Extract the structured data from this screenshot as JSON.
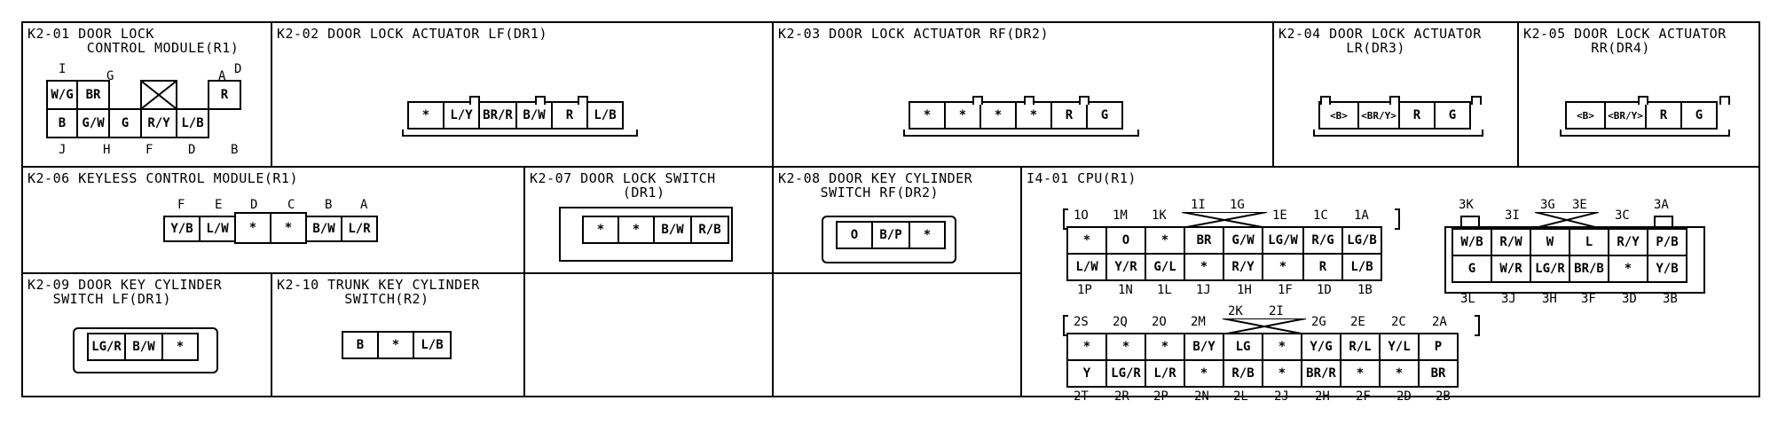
{
  "boxes": [
    {
      "id": "k201",
      "title": "K2-01 DOOR LOCK\n       CONTROL MODULE(R1)"
    },
    {
      "id": "k202",
      "title": "K2-02 DOOR LOCK ACTUATOR LF(DR1)"
    },
    {
      "id": "k203",
      "title": "K2-03 DOOR LOCK ACTUATOR RF(DR2)"
    },
    {
      "id": "k204",
      "title": "K2-04 DOOR LOCK ACTUATOR\n        LR(DR3)"
    },
    {
      "id": "k205",
      "title": "K2-05 DOOR LOCK ACTUATOR\n        RR(DR4)"
    },
    {
      "id": "k206",
      "title": "K2-06 KEYLESS CONTROL MODULE(R1)"
    },
    {
      "id": "k207",
      "title": "K2-07 DOOR LOCK SWITCH\n           (DR1)"
    },
    {
      "id": "k208",
      "title": "K2-08 DOOR KEY CYLINDER\n     SWITCH RF(DR2)"
    },
    {
      "id": "i401",
      "title": "I4-01 CPU(R1)"
    },
    {
      "id": "k209",
      "title": "K2-09 DOOR KEY CYLINDER\n   SWITCH LF(DR1)"
    },
    {
      "id": "k210",
      "title": "K2-10 TRUNK KEY CYLINDER\n        SWITCH(R2)"
    }
  ],
  "connectors": {
    "k201": {
      "top_pins": [
        "I",
        "G",
        "A",
        "D"
      ],
      "row1": [
        "W/G",
        "BR",
        "X",
        "R"
      ],
      "row2": [
        "B",
        "G/W",
        "G",
        "R/Y",
        "L/B"
      ],
      "bottom_pins": [
        "J",
        "H",
        "F",
        "D",
        "B"
      ]
    },
    "k202": {
      "row": [
        "*",
        "L/Y",
        "BR/R",
        "B/W",
        "R",
        "L/B"
      ]
    },
    "k203": {
      "row": [
        "*",
        "*",
        "*",
        "*",
        "R",
        "G"
      ]
    },
    "k204": {
      "row": [
        "<B>",
        "<BR/Y>",
        "R",
        "G"
      ]
    },
    "k205": {
      "row": [
        "<B>",
        "<BR/Y>",
        "R",
        "G"
      ]
    },
    "k206": {
      "top_pins": [
        "F",
        "E",
        "D",
        "C",
        "B",
        "A"
      ],
      "row": [
        "Y/B",
        "L/W",
        "*",
        "*",
        "B/W",
        "L/R"
      ]
    },
    "k207": {
      "row": [
        "*",
        "*",
        "B/W",
        "R/B"
      ]
    },
    "k208": {
      "row": [
        "O",
        "B/P",
        "*"
      ]
    },
    "k209": {
      "row": [
        "LG/R",
        "B/W",
        "*"
      ]
    },
    "k210": {
      "row": [
        "B",
        "*",
        "L/B"
      ]
    },
    "i401a": {
      "top_pins": [
        "1O",
        "1M",
        "1K",
        "1I",
        "1G",
        "1E",
        "1C",
        "1A"
      ],
      "row1": [
        "*",
        "O",
        "*",
        "BR",
        "G/W",
        "LG/W",
        "R/G",
        "LG/B"
      ],
      "row2": [
        "L/W",
        "Y/R",
        "G/L",
        "*",
        "R/Y",
        "*",
        "R",
        "L/B"
      ],
      "bottom_pins": [
        "1P",
        "1N",
        "1L",
        "1J",
        "1H",
        "1F",
        "1D",
        "1B"
      ]
    },
    "i401b": {
      "top_pins": [
        "3K",
        "3I",
        "3G",
        "3E",
        "3C",
        "3A"
      ],
      "row1": [
        "W/B",
        "R/W",
        "W",
        "L",
        "R/Y",
        "P/B"
      ],
      "row2": [
        "G",
        "W/R",
        "LG/R",
        "BR/B",
        "*",
        "Y/B"
      ],
      "bottom_pins": [
        "3L",
        "3J",
        "3H",
        "3F",
        "3D",
        "3B"
      ]
    },
    "i401c": {
      "top_pins": [
        "2S",
        "2Q",
        "2O",
        "2M",
        "2K",
        "2I",
        "2G",
        "2E",
        "2C",
        "2A"
      ],
      "row1": [
        "*",
        "*",
        "*",
        "B/Y",
        "LG",
        "*",
        "Y/G",
        "R/L",
        "Y/L",
        "P"
      ],
      "row2": [
        "Y",
        "LG/R",
        "L/R",
        "*",
        "R/B",
        "*",
        "BR/R",
        "*",
        "*",
        "BR"
      ],
      "bottom_pins": [
        "2T",
        "2R",
        "2P",
        "2N",
        "2L",
        "2J",
        "2H",
        "2F",
        "2D",
        "2B"
      ]
    }
  }
}
